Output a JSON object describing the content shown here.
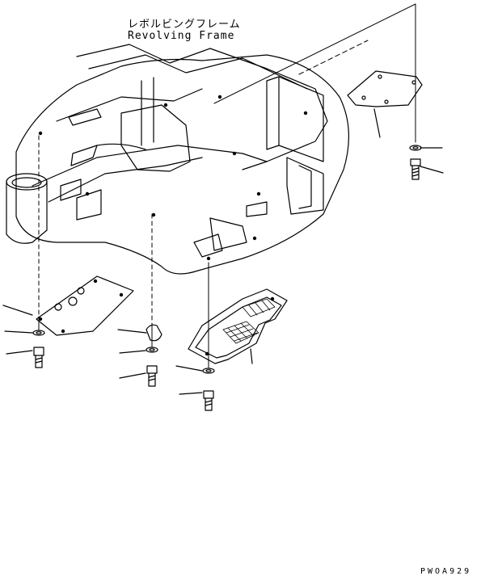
{
  "diagram": {
    "title_jp": "レボルビングフレーム",
    "title_en": "Revolving Frame",
    "reference_code": "PWOA929",
    "colors": {
      "line": "#000000",
      "background": "#ffffff"
    }
  }
}
